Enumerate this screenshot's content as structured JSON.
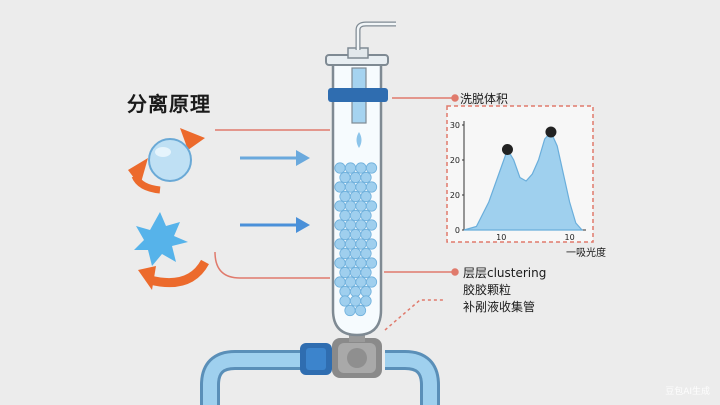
{
  "title": "分离原理",
  "chart": {
    "label": "洗脱体积",
    "x_axis_label": "一吸光度",
    "y_ticks": [
      "30",
      "20",
      "20",
      "0"
    ],
    "x_ticks": [
      "10",
      "10"
    ]
  },
  "description_lines": [
    "层层clustering",
    "胶胶颗粒",
    "补剐液收集管"
  ],
  "watermark": "豆包AI生成",
  "colors": {
    "background": "#ececec",
    "orange": "#ec6a2c",
    "blue_arrow": "#4a90d9",
    "bead": "#9fcfee",
    "pipe": "#8fc6e6",
    "dashed_red": "#e07a6c",
    "dark_blue_band": "#2f6db0"
  },
  "chart_data": {
    "type": "area",
    "title": "洗脱体积",
    "xlabel": "一吸光度",
    "ylabel": "",
    "ylim": [
      0,
      30
    ],
    "x": [
      0,
      2,
      4,
      6,
      7,
      8,
      9,
      10,
      11,
      12,
      13,
      14,
      15,
      16,
      17,
      18,
      19
    ],
    "y": [
      0,
      1,
      8,
      18,
      23,
      20,
      15,
      14,
      16,
      20,
      26,
      28,
      24,
      16,
      8,
      2,
      0
    ],
    "peaks": [
      {
        "x": 7,
        "y": 23
      },
      {
        "x": 14,
        "y": 28
      }
    ]
  }
}
